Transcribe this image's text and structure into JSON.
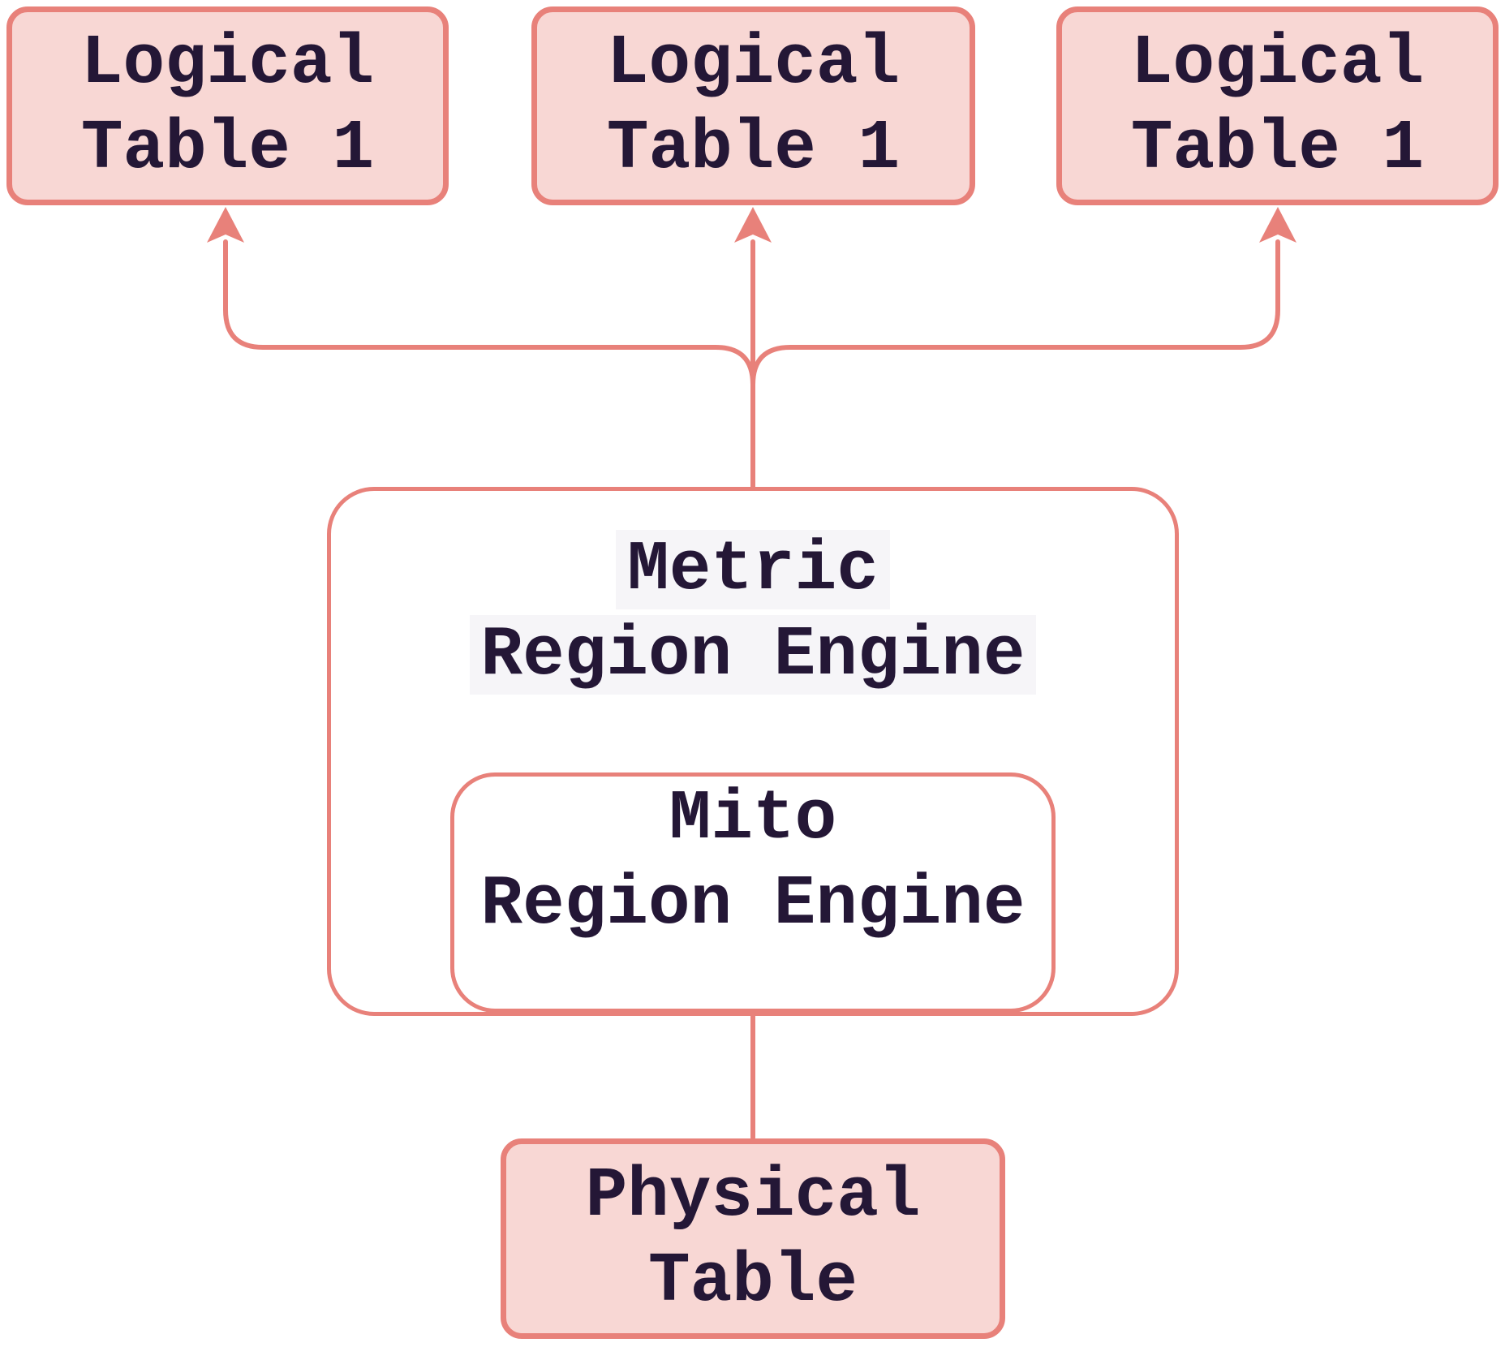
{
  "diagram": {
    "nodes": {
      "logical_tables": [
        {
          "line1": "Logical",
          "line2": "Table 1"
        },
        {
          "line1": "Logical",
          "line2": "Table 1"
        },
        {
          "line1": "Logical",
          "line2": "Table 1"
        }
      ],
      "metric_engine": {
        "line1": "Metric",
        "line2": "Region Engine"
      },
      "mito_engine": {
        "line1": "Mito",
        "line2": "Region Engine"
      },
      "physical_table": {
        "line1": "Physical",
        "line2": "Table"
      }
    },
    "edges": [
      {
        "from": "Metric Region Engine",
        "to": "Logical Table 1 (left)"
      },
      {
        "from": "Metric Region Engine",
        "to": "Logical Table 1 (center)"
      },
      {
        "from": "Metric Region Engine",
        "to": "Logical Table 1 (right)"
      },
      {
        "from": "Physical Table",
        "to": "Mito Region Engine"
      }
    ],
    "colors": {
      "node_fill": "#f8d7d4",
      "stroke": "#e8817a",
      "text": "#241736",
      "label_background": "#f6f5f8",
      "canvas_background": "#ffffff"
    }
  }
}
